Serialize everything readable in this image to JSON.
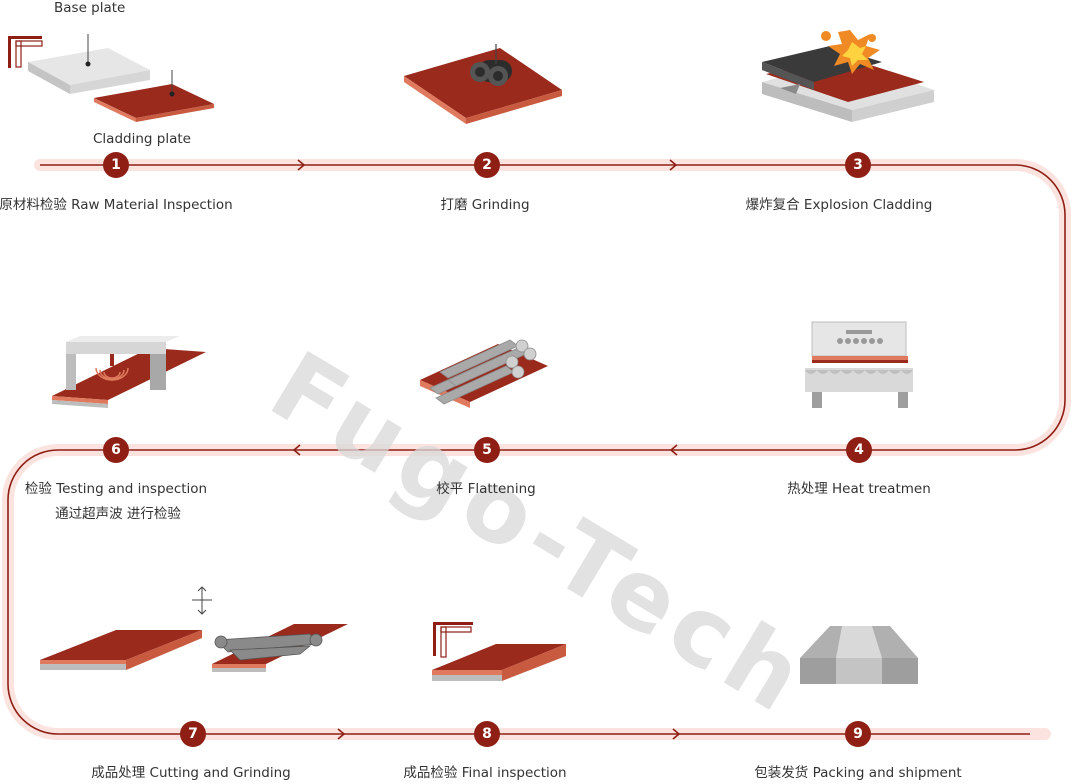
{
  "watermark": "Fugo-Tech",
  "labels": {
    "base_plate": "Base plate",
    "cladding_plate": "Cladding plate"
  },
  "steps": [
    {
      "num": "1",
      "title": "原材料检验 Raw Material Inspection"
    },
    {
      "num": "2",
      "title": "打磨 Grinding"
    },
    {
      "num": "3",
      "title": "爆炸复合 Explosion Cladding"
    },
    {
      "num": "4",
      "title": "热处理 Heat treatmen"
    },
    {
      "num": "5",
      "title": "校平 Flattening"
    },
    {
      "num": "6",
      "title": "检验 Testing and inspection",
      "subtitle": "通过超声波 进行检验"
    },
    {
      "num": "7",
      "title": "成品处理 Cutting and Grinding"
    },
    {
      "num": "8",
      "title": "成品检验 Final inspection"
    },
    {
      "num": "9",
      "title": "包装发货 Packing and shipment"
    }
  ],
  "colors": {
    "track": "#fbe3e0",
    "line": "#8f1f14",
    "copper": "#9a2a1c",
    "steel": "#bfbfbf"
  }
}
